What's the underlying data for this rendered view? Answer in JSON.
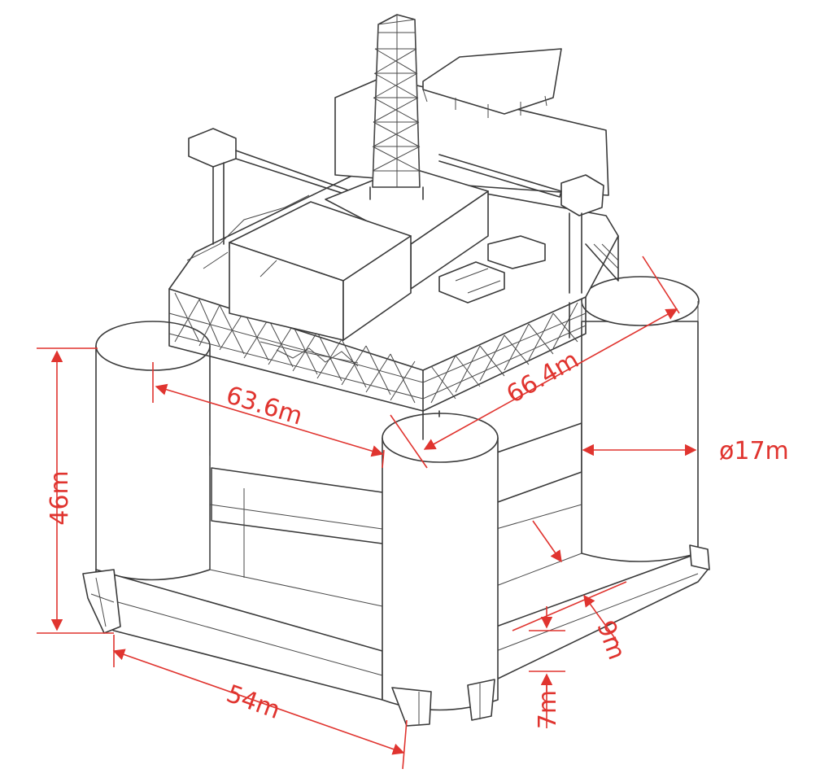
{
  "dimensions": {
    "height": "46m",
    "deck_width": "63.6m",
    "deck_depth": "66.4m",
    "column_diameter": "ø17m",
    "pontoon_length": "54m",
    "pontoon_width": "9m",
    "pontoon_height": "7m"
  },
  "colors": {
    "line": "#3a3a3a",
    "dimension": "#e0342f",
    "background": "#ffffff"
  }
}
